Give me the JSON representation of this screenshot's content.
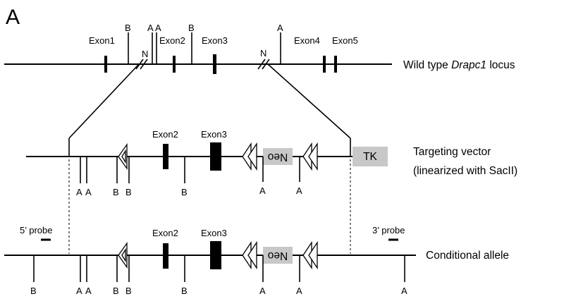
{
  "panel_label": "A",
  "rows": {
    "wild_type": {
      "label_prefix": "Wild type ",
      "label_gene": "Drapc1",
      "label_suffix": " locus"
    },
    "targeting_vector": {
      "label_line1": "Targeting vector",
      "label_line2": "(linearized with SacII)"
    },
    "conditional_allele": {
      "label": "Conditional allele"
    }
  },
  "exon_labels": {
    "exon1": "Exon1",
    "exon2": "Exon2",
    "exon3": "Exon3",
    "exon4": "Exon4",
    "exon5": "Exon5"
  },
  "site_labels": {
    "bamhi": "B",
    "site_a": "A",
    "site_n": "N"
  },
  "cassette_labels": {
    "neo": "Neo",
    "tk": "TK"
  },
  "probe_labels": {
    "five_prime": "5’ probe",
    "three_prime": "3’ probe"
  }
}
